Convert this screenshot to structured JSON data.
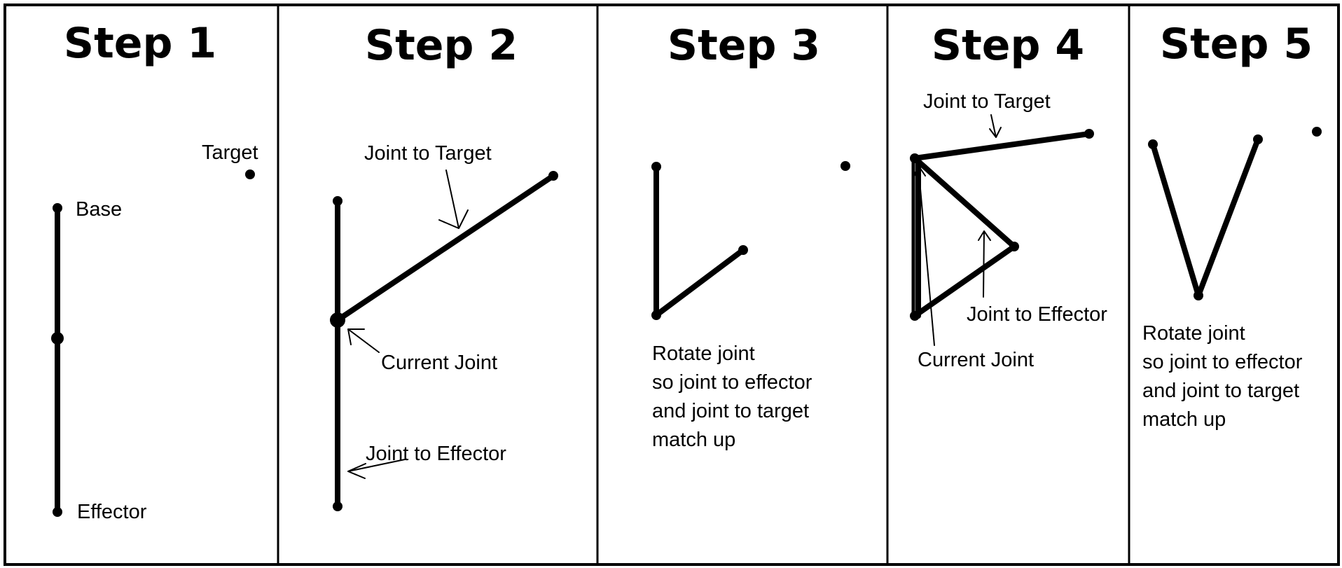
{
  "steps": [
    {
      "title": "Step 1",
      "labels": {
        "target": "Target",
        "base": "Base",
        "effector": "Effector"
      }
    },
    {
      "title": "Step 2",
      "labels": {
        "joint_to_target": "Joint to Target",
        "current_joint": "Current Joint",
        "joint_to_effector": "Joint to Effector"
      }
    },
    {
      "title": "Step 3",
      "caption": [
        "Rotate joint",
        "so joint to effector",
        "and joint to target",
        "match up"
      ]
    },
    {
      "title": "Step 4",
      "labels": {
        "joint_to_target": "Joint to Target",
        "joint_to_effector": "Joint to Effector",
        "current_joint": "Current Joint"
      }
    },
    {
      "title": "Step 5",
      "caption": [
        "Rotate joint",
        "so joint to effector",
        "and joint to target",
        "match up"
      ]
    }
  ],
  "colors": {
    "ink": "#000000",
    "background": "#ffffff"
  }
}
